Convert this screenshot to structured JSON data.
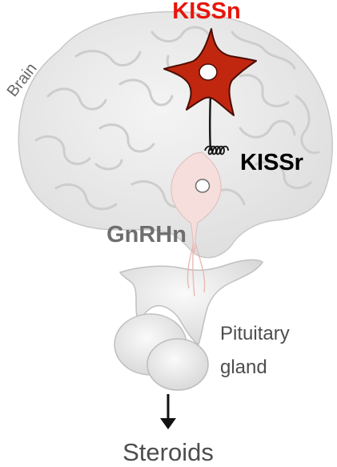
{
  "labels": {
    "kiss_neuron": "KISSn",
    "kiss_receptor": "KISSr",
    "gnrh_neuron": "GnRHn",
    "brain": "Brain",
    "pituitary_line1": "Pituitary",
    "pituitary_line2": "gland",
    "steroids": "Steroids"
  },
  "colors": {
    "kiss_label": "#e8150c",
    "kiss_neuron_fill": "#c1270f",
    "kiss_neuron_stroke": "#4a0c04",
    "gnrh_label": "#6e6e6e",
    "gnrh_neuron_fill": "#f6dedc",
    "brain_fill": "#ececec",
    "brain_folds": "#d0d0d0",
    "pituitary_fill": "#ebebeb",
    "text_dark": "#000000",
    "text_gray": "#4d4d4d"
  }
}
